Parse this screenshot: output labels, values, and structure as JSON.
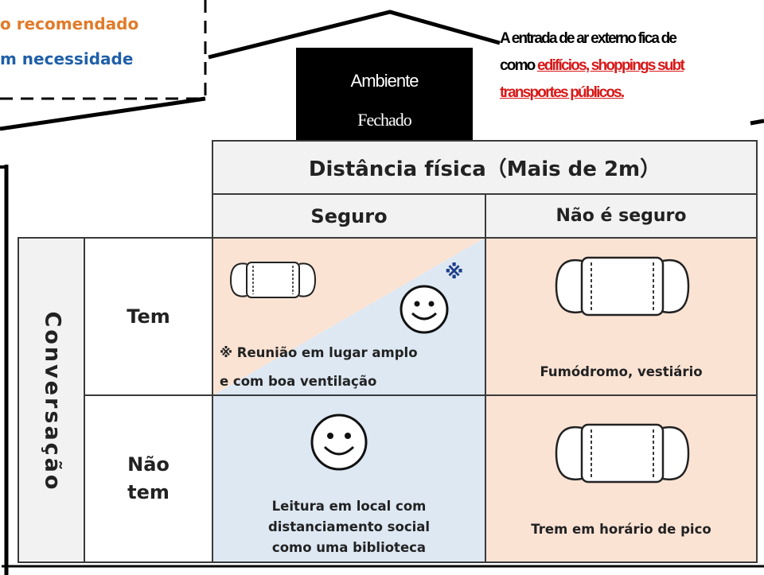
{
  "legend": {
    "recommended": "o recomendado",
    "necessity": "m necessidade"
  },
  "environment": {
    "line1": "Ambiente",
    "line2": "Fechado"
  },
  "note": {
    "line1": "A entrada de ar externo fica de",
    "line2_prefix": "como ",
    "line2_red": "edifícios, shoppings subt",
    "line3_red": "transportes públicos."
  },
  "table": {
    "distance_header": "Distância física（Mais de 2m）",
    "safe": "Seguro",
    "not_safe": "Não é seguro",
    "conversation": "Conversação",
    "has": "Tem",
    "has_not_1": "Não",
    "has_not_2": "tem",
    "asterisk": "※",
    "cell_tem_safe_1": "※ Reunião em lugar amplo",
    "cell_tem_safe_2": "e com boa ventilação",
    "cell_tem_unsafe": "Fumódromo, vestiário",
    "cell_nao_safe_1": "Leitura em local com",
    "cell_nao_safe_2": "distanciamento social",
    "cell_nao_safe_3": "como uma biblioteca",
    "cell_nao_unsafe": "Trem em horário de pico"
  },
  "colors": {
    "orange": "#e07b2a",
    "blue": "#1f5fa8",
    "red": "#d81818",
    "peach_fill": "#fbe3d4",
    "blue_fill": "#dde8f3"
  },
  "icons": [
    "mask-icon",
    "smiley-icon"
  ]
}
